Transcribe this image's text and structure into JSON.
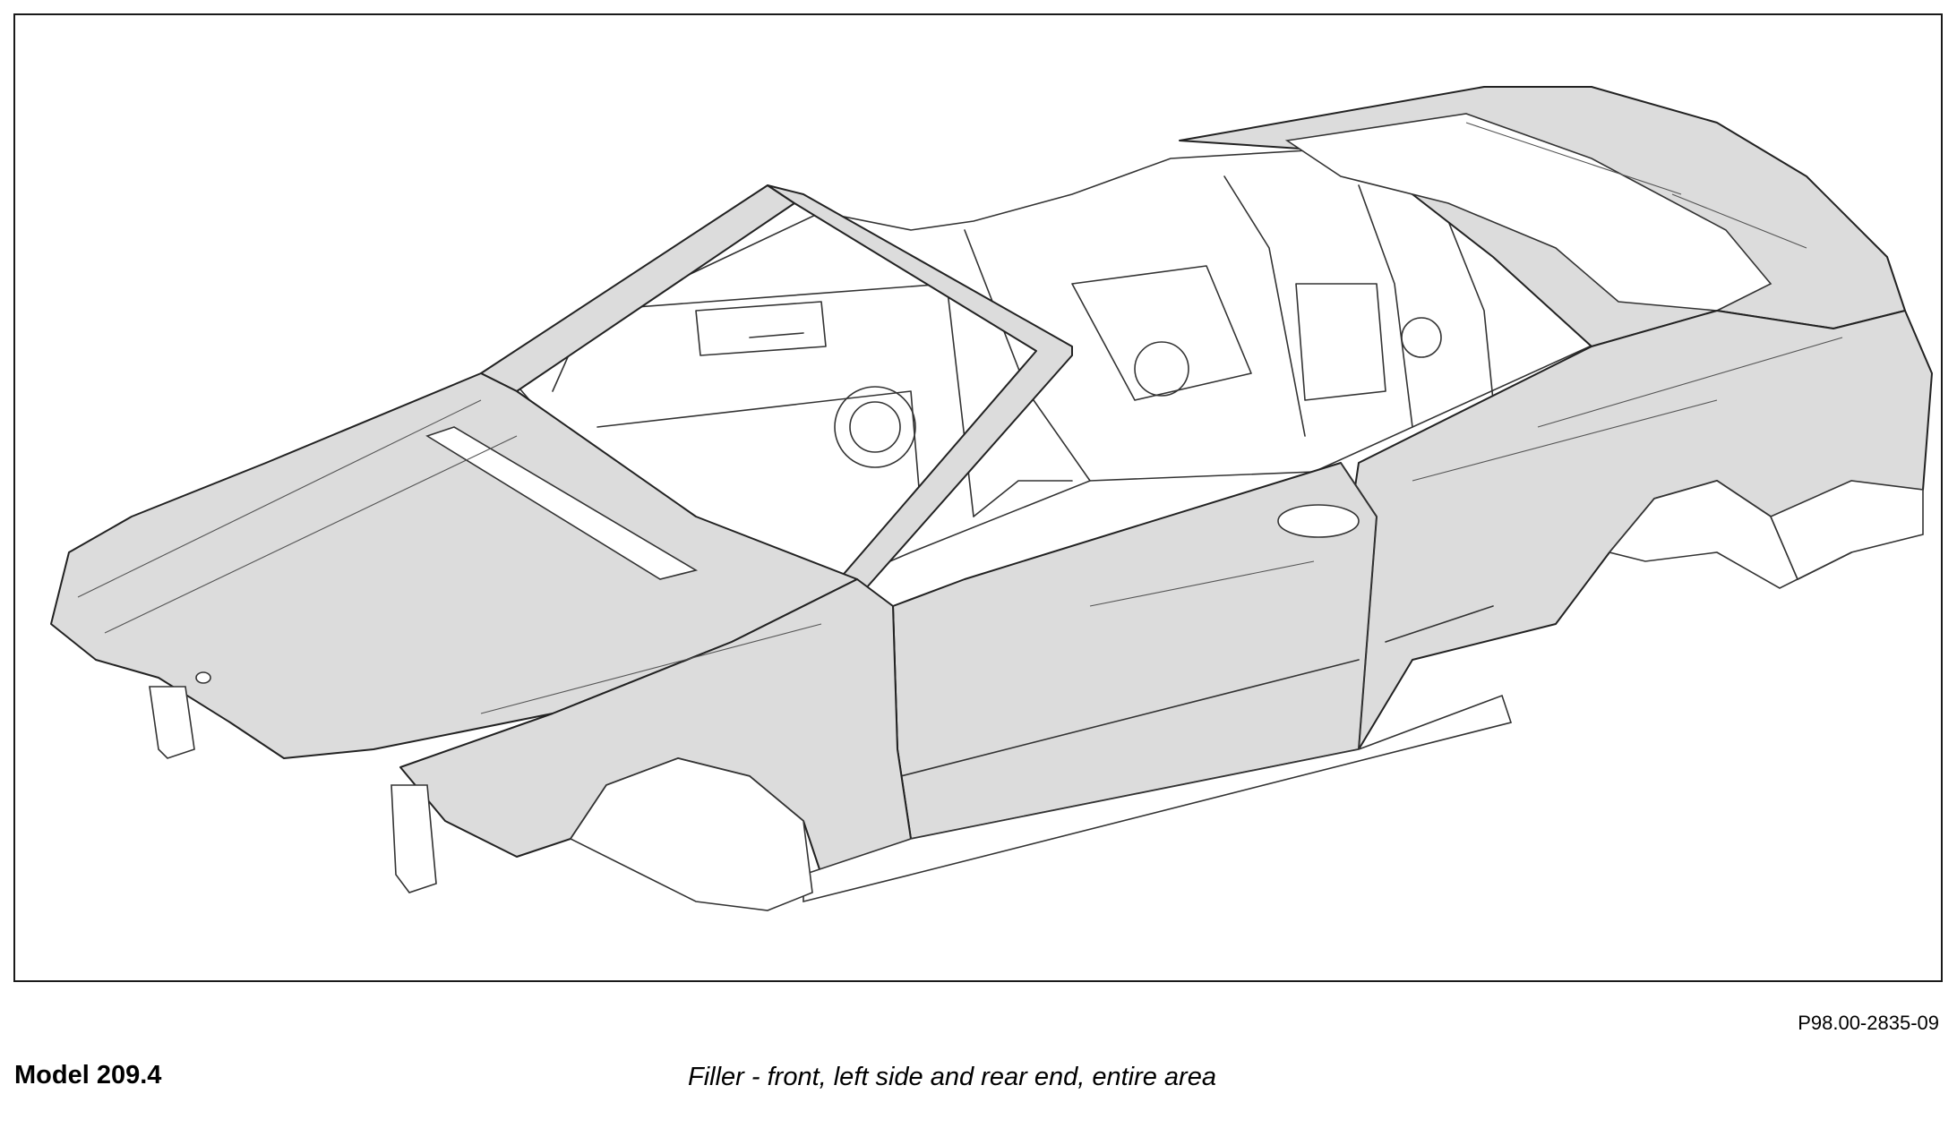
{
  "figure": {
    "reference_code": "P98.00-2835-09",
    "model_label": "Model 209.4",
    "caption": "Filler - front, left side and rear end, entire area"
  },
  "colors": {
    "filler_area": "#dcdcdc",
    "outline": "#222222",
    "background": "#ffffff"
  }
}
